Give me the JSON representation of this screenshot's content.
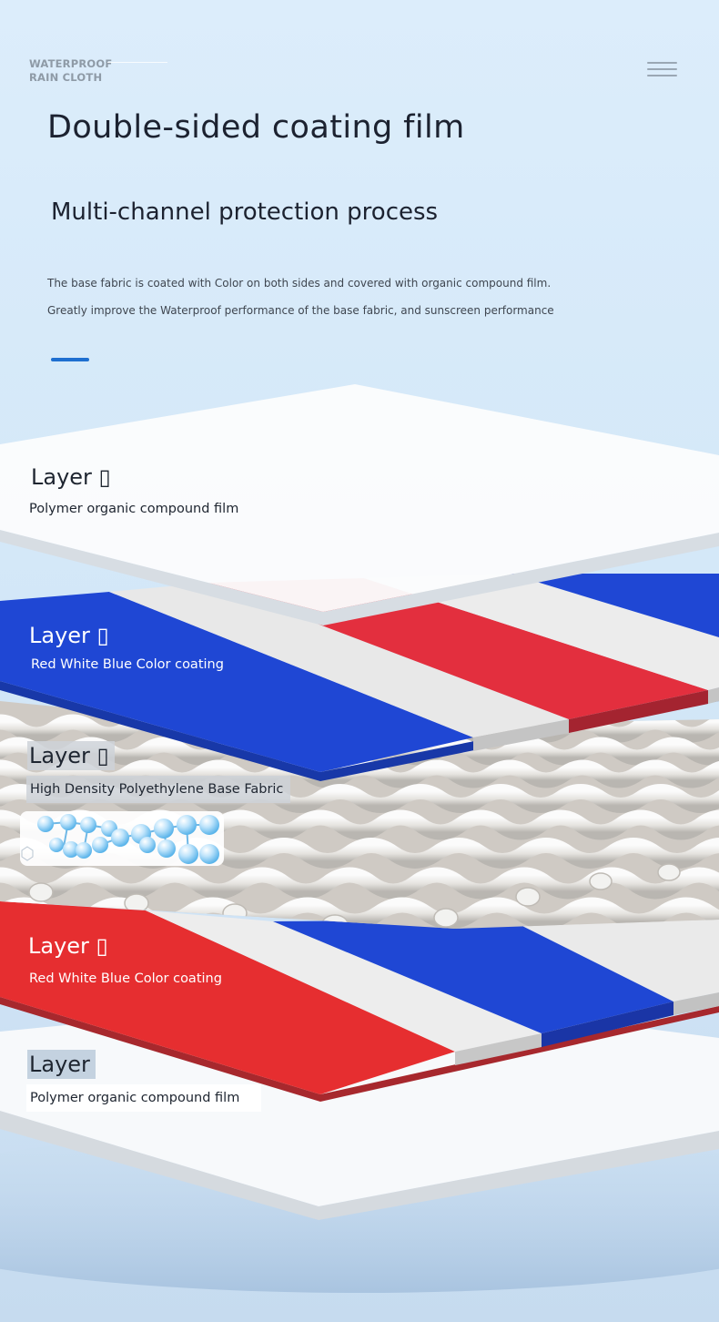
{
  "brand": {
    "line1": "WATERPROOF",
    "line2": "RAIN CLOTH"
  },
  "header": {
    "title": "Double-sided coating film",
    "subtitle": "Multi-channel protection process",
    "desc1": "The base fabric is coated with Color on both sides and covered with organic compound film.",
    "desc2": "Greatly improve the Waterproof performance of the base fabric, and sunscreen performance"
  },
  "layers": [
    {
      "title": "Layer ▯",
      "text": "Polymer organic compound film"
    },
    {
      "title": "Layer ▯",
      "text": "Red White Blue Color coating"
    },
    {
      "title": "Layer ▯",
      "text": "High Density Polyethylene Base Fabric"
    },
    {
      "title": "Layer ▯",
      "text": "Red White Blue Color coating"
    },
    {
      "title": "Layer",
      "text": "Polymer organic compound film"
    }
  ],
  "colors": {
    "red": "#e2353d",
    "white": "#ececec",
    "blue": "#1f47d4",
    "accent": "#1e6fd0",
    "title": "#1c2230"
  },
  "icons": {
    "menu": "hamburger-menu-icon",
    "molecule": "molecule-icon"
  }
}
